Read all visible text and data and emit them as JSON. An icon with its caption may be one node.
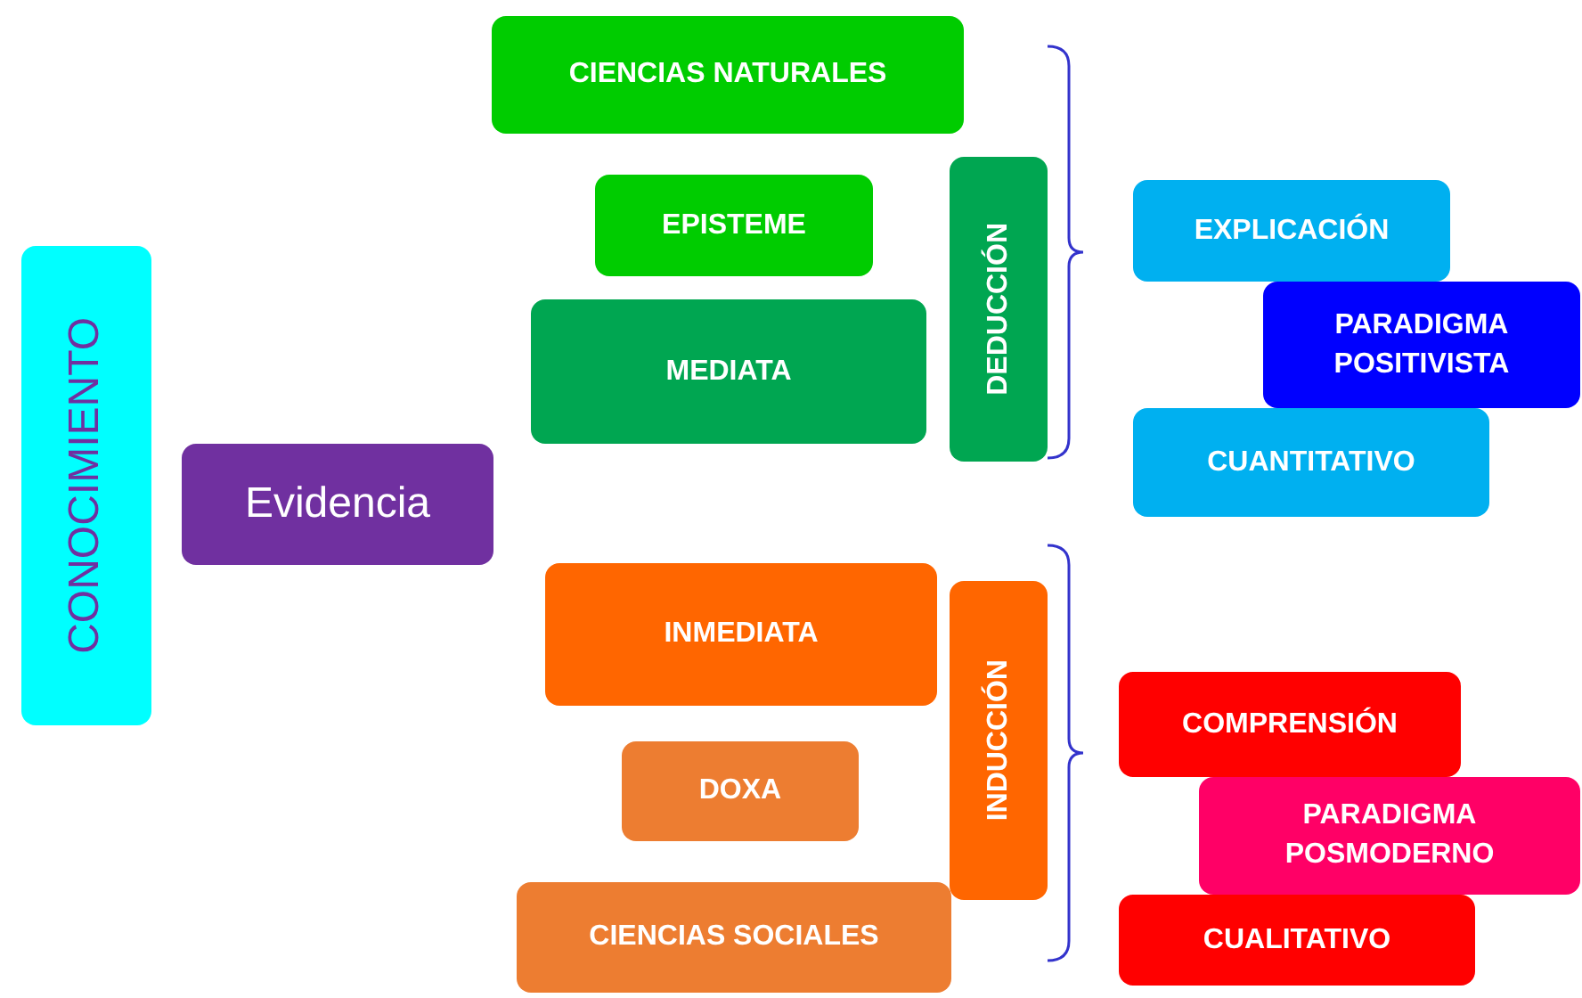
{
  "diagram": {
    "nodes": [
      {
        "text": [
          "CONOCIMIENTO"
        ]
      },
      {
        "text": [
          "Evidencia"
        ]
      },
      {
        "text": [
          "CIENCIAS NATURALES"
        ]
      },
      {
        "text": [
          "EPISTEME"
        ]
      },
      {
        "text": [
          "MEDIATA"
        ]
      },
      {
        "text": [
          "DEDUCCIÓN"
        ]
      },
      {
        "text": [
          "EXPLICACIÓN"
        ]
      },
      {
        "text": [
          "PARADIGMA POSITIVISTA"
        ]
      },
      {
        "text": [
          "CUANTITATIVO"
        ]
      },
      {
        "text": [
          "INMEDIATA"
        ]
      },
      {
        "text": [
          "DOXA"
        ]
      },
      {
        "text": [
          "CIENCIAS SOCIALES"
        ]
      },
      {
        "text": [
          "INDUCCIÓN"
        ]
      },
      {
        "text": [
          "COMPRENSIÓN"
        ]
      },
      {
        "text": [
          "PARADIGMA POSMODERNO"
        ]
      },
      {
        "text": [
          "CUALITATIVO"
        ]
      }
    ]
  }
}
